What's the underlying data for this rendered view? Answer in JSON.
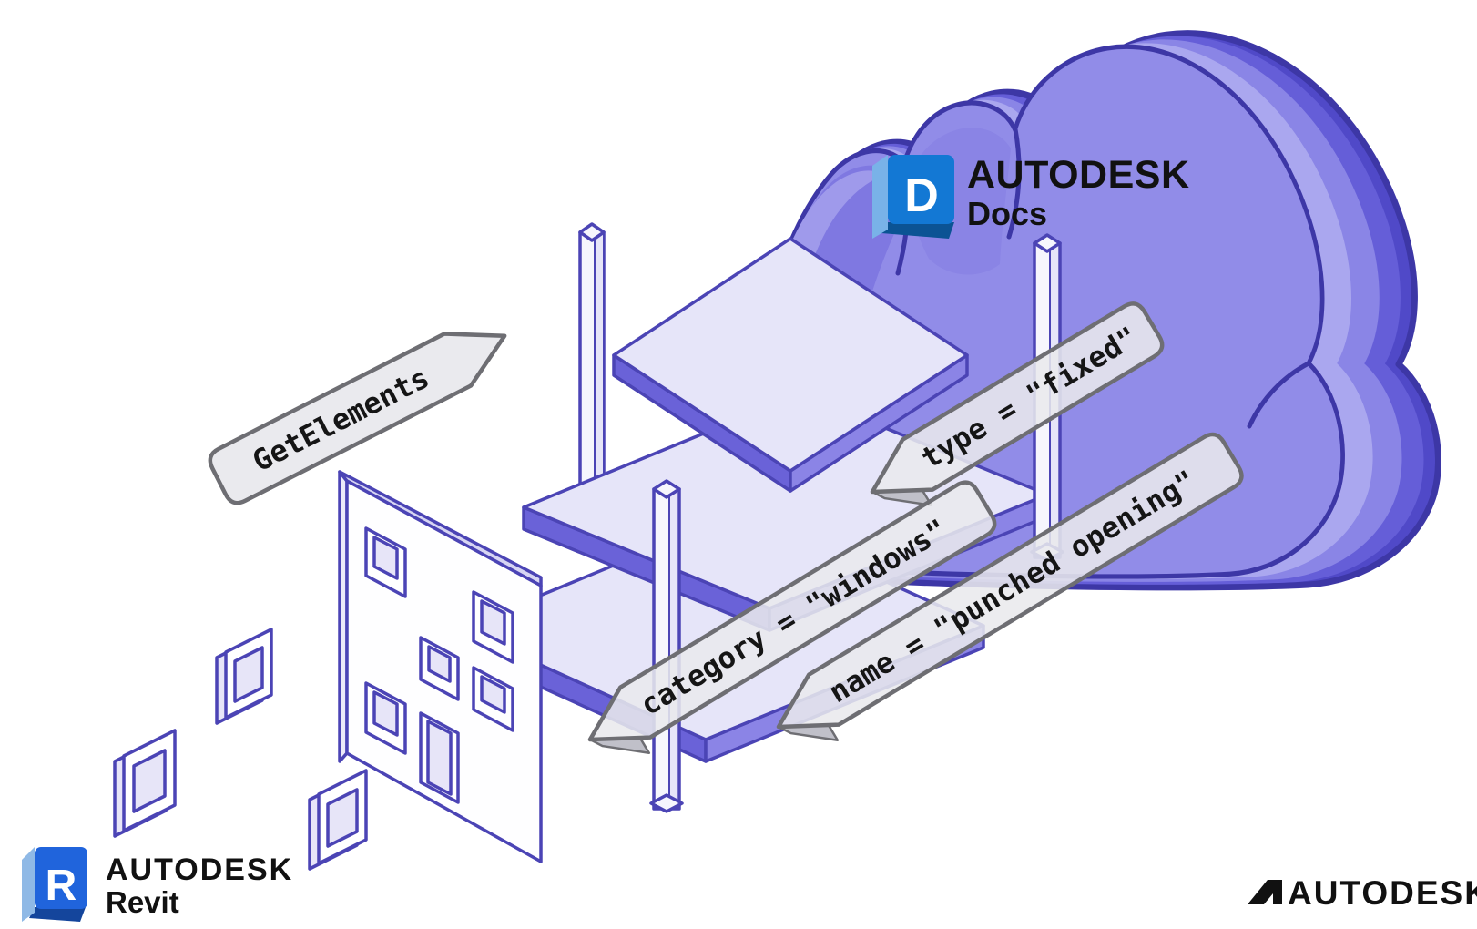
{
  "illustration": {
    "banners": {
      "get_elements": "GetElements",
      "type_filter": "type = \"fixed\"",
      "category_filter": "category = \"windows\"",
      "name_filter": "name = \"punched opening\""
    },
    "docs_logo": {
      "brand": "AUTODESK",
      "product": "Docs",
      "icon_letter": "D"
    },
    "revit_logo": {
      "brand": "AUTODESK",
      "product": "Revit",
      "icon_letter": "R"
    },
    "footer": {
      "wordmark": "AUTODESK"
    }
  },
  "colors": {
    "background": "#ffffff",
    "outline_purple": "#4b44b5",
    "cloud_outline": "#3d37a6",
    "cloud_face": "#918ce8",
    "cloud_band_light": "#aaa7ef",
    "cloud_band_mid": "#8a85e6",
    "cloud_band_dark": "#655ed8",
    "cloud_band_darkest": "#5049c8",
    "cloud_lobe_face": "#7f78e1",
    "cloud_lobe_highlight": "#9f9aeb",
    "slab_top": "#e6e5f9",
    "slab_edge_dark": "#6a62d8",
    "slab_edge_light": "#8b84e6",
    "column_fill": "#f6f6fd",
    "column_side": "#e6e5f8",
    "facade_fill": "#fefeff",
    "facade_cap": "#d7d5f3",
    "window_inner": "#e7e5f8",
    "banner_fill": "#e9e9ed",
    "banner_border": "#6e6e73",
    "banner_fold": "#c0c0c9",
    "banner_text": "#151515",
    "docs_blue": "#1378d4",
    "docs_flap": "#79b2e8",
    "docs_spine": "#0b5394",
    "revit_blue": "#2064dc",
    "revit_flap": "#8fb9e6",
    "revit_spine": "#14459c",
    "logo_text": "#111111"
  }
}
